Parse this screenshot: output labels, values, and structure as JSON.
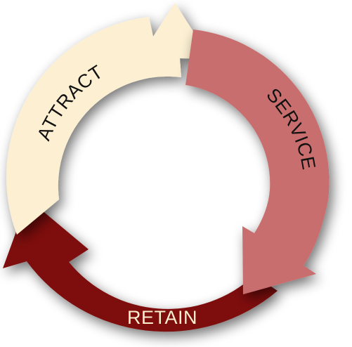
{
  "diagram": {
    "segments": [
      {
        "id": "attract",
        "label": "ATTRACT",
        "fill": "#FCEFD2",
        "text_color": "#111111"
      },
      {
        "id": "service",
        "label": "SERVICE",
        "fill": "#C96E6E",
        "text_color": "#111111"
      },
      {
        "id": "retain",
        "label": "RETAIN",
        "fill": "#7E0F0A",
        "text_color": "#FCEFD2"
      }
    ]
  }
}
